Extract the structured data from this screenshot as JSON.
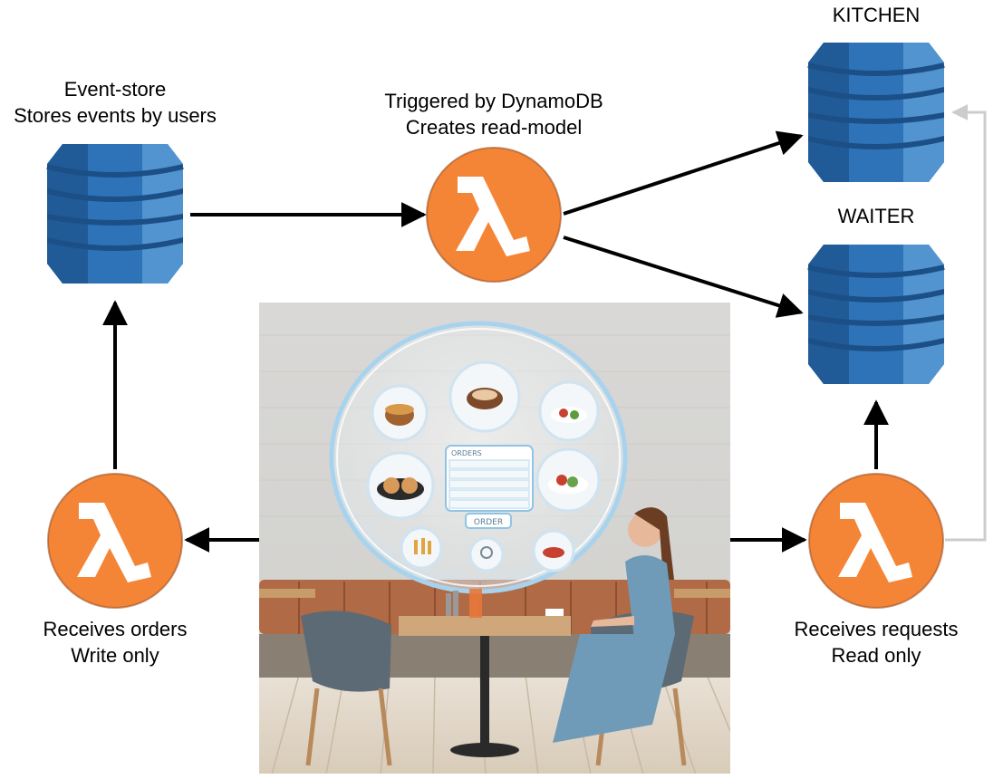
{
  "event_store": {
    "line1": "Event-store",
    "line2": "Stores events by users"
  },
  "trigger_lambda": {
    "line1": "Triggered by DynamoDB",
    "line2": "Creates read-model"
  },
  "kitchen": {
    "label": "KITCHEN"
  },
  "waiter": {
    "label": "WAITER"
  },
  "write_lambda": {
    "line1": "Receives orders",
    "line2": "Write only"
  },
  "read_lambda": {
    "line1": "Receives requests",
    "line2": "Read only"
  },
  "menu_panel": {
    "title": "ORDERS",
    "button": "ORDER"
  },
  "colors": {
    "dynamodb_blue": "#2e73b8",
    "lambda_orange": "#f58536",
    "arrow": "#000000",
    "feedback_arrow": "#cccccc"
  }
}
